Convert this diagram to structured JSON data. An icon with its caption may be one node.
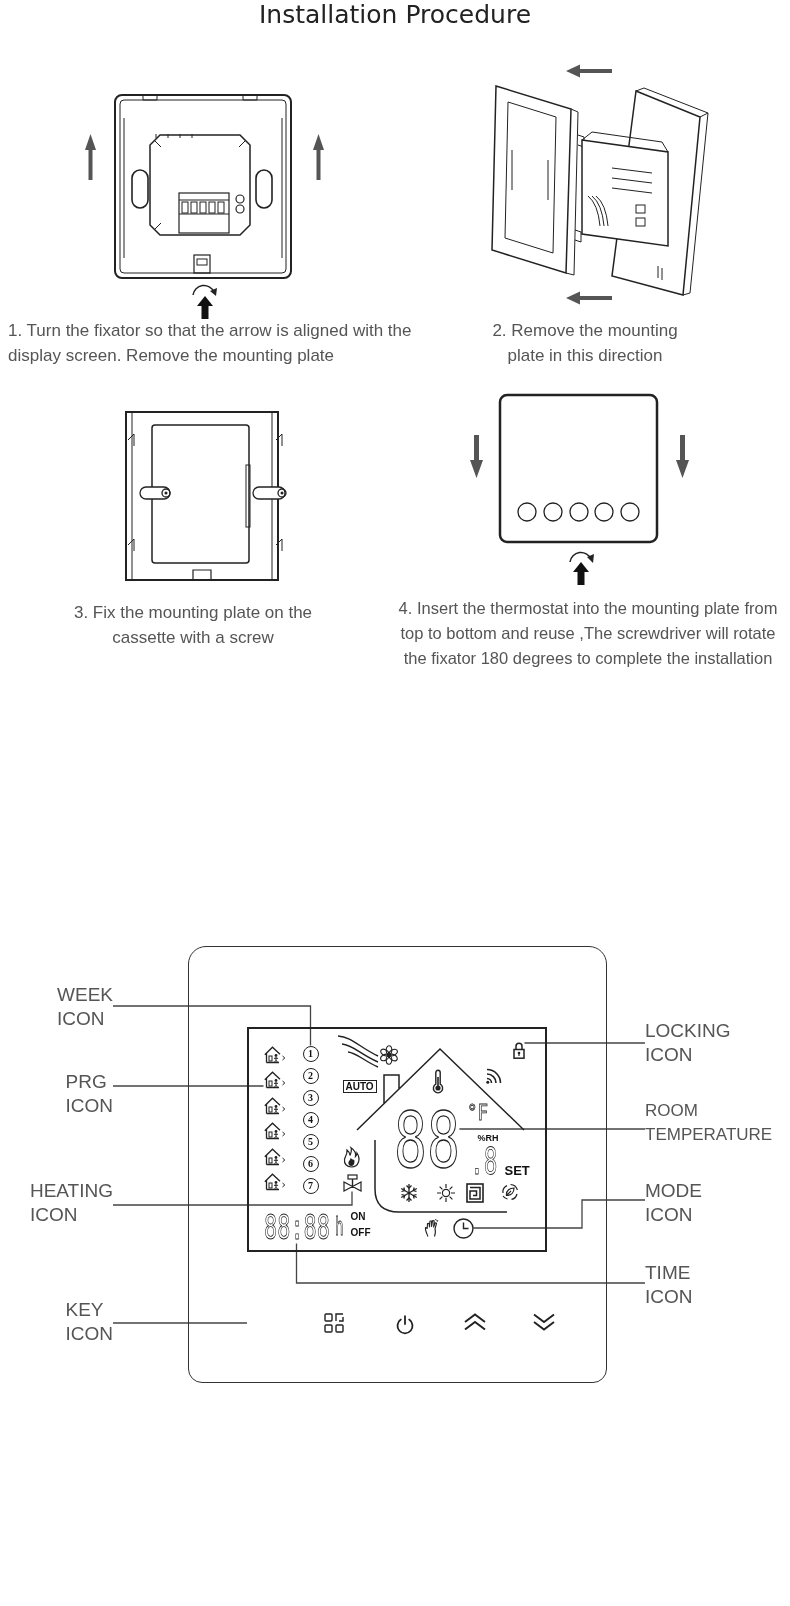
{
  "diagram": {
    "title": "Installation Procedure",
    "nodes": [
      {
        "text": [],
        "shape": "box"
      },
      {
        "text": [
          "AUTO",
          "°F",
          "%RH",
          ".8",
          "SET",
          "h",
          "ON",
          "OFF"
        ],
        "in": 0
      },
      {
        "text": [
          "1",
          "2",
          "3",
          "4",
          "5",
          "6",
          "7"
        ],
        "in": 1
      },
      {
        "text": [],
        "shape": "picture",
        "in": 1
      },
      {
        "text": [],
        "shape": "picture",
        "in": 1
      },
      {
        "text": [
          "88:88"
        ],
        "in": 1
      },
      {
        "text": [],
        "shape": "picture",
        "in": 1
      },
      {
        "text": [
          "88"
        ],
        "in": 1
      },
      {
        "text": [],
        "shape": "picture",
        "in": 1
      },
      {
        "text": [
          "WEEK ICON"
        ]
      },
      {
        "text": [
          "PRG ICON"
        ]
      },
      {
        "text": [
          "HEATING ICON"
        ]
      },
      {
        "text": [
          "KEY ICON"
        ]
      },
      {
        "text": [
          "LOCKING ICON"
        ]
      },
      {
        "text": [
          "ROOM TEMPERATURE"
        ]
      },
      {
        "text": [
          "MODE ICON"
        ]
      },
      {
        "text": [
          "TIME ICON"
        ]
      }
    ],
    "edges": [
      {
        "from": 9,
        "to": 2,
        "arrow": "none"
      },
      {
        "from": 10,
        "to": 3,
        "arrow": "none"
      },
      {
        "from": 11,
        "to": 4,
        "arrow": "none"
      },
      {
        "from": 12,
        "to": null,
        "arrow": "none"
      },
      {
        "from": 13,
        "to": 6,
        "arrow": "none"
      },
      {
        "from": 14,
        "to": 7,
        "arrow": "none"
      },
      {
        "from": 15,
        "to": 8,
        "arrow": "none"
      },
      {
        "from": 16,
        "to": 5,
        "arrow": "none"
      }
    ],
    "labels": [
      "1. Turn the fixator so that the arrow is aligned with the display screen. Remove the mounting plate",
      "2. Remove the mounting plate in this direction",
      "3. Fix the mounting plate on the cassette with a screw",
      "4. Insert the thermostat into the mounting plate from top to bottom and reuse ,The screwdriver will rotate the fixator 180 degrees to complete the installation"
    ]
  }
}
